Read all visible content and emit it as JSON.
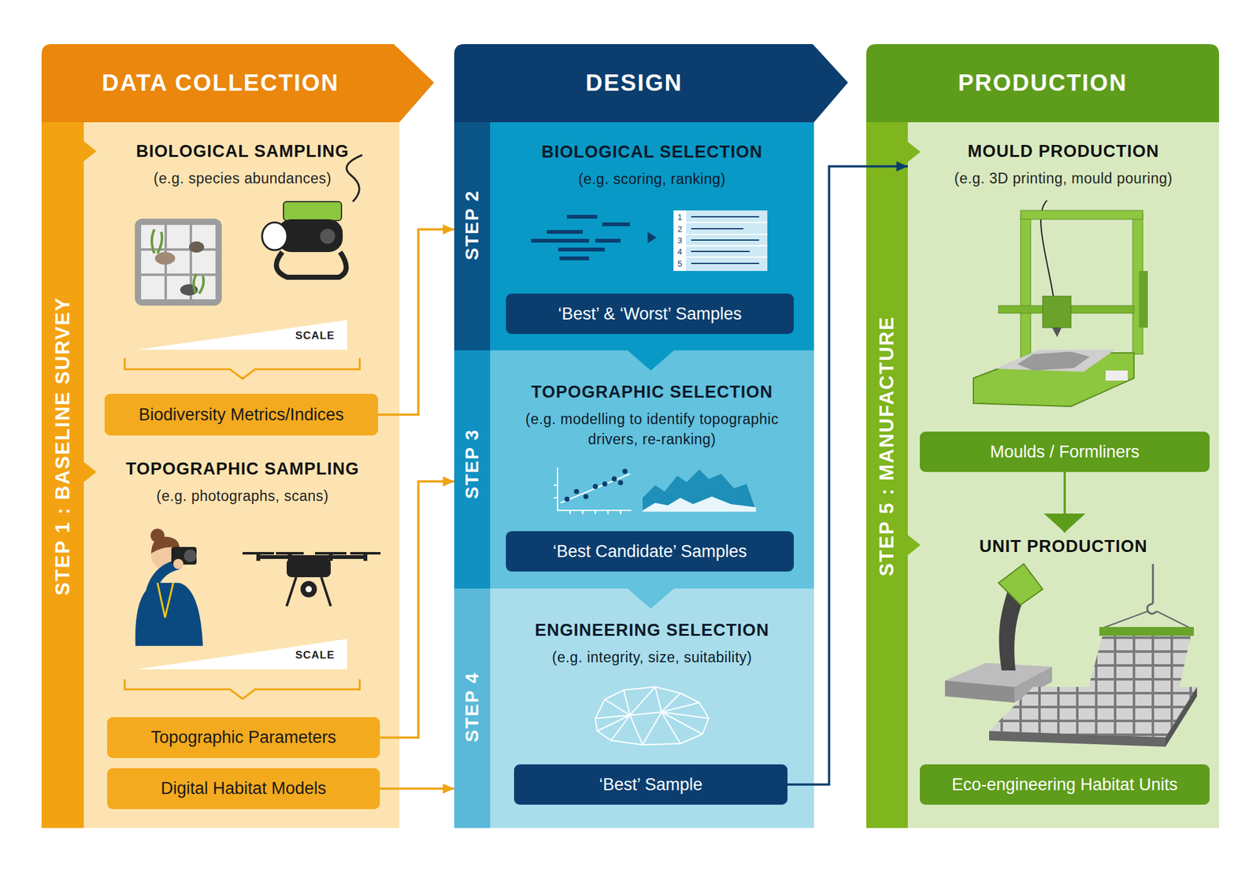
{
  "diagram": {
    "nodes": [
      {
        "text": [
          "DATA COLLECTION"
        ]
      },
      {
        "text": [
          "STEP 1 : BASELINE SURVEY"
        ],
        "in": 0
      },
      {
        "text": [
          "BIOLOGICAL SAMPLING",
          "(e.g. species abundances)"
        ],
        "in": 0
      },
      {
        "text": [
          "Biodiversity Metrics/Indices"
        ],
        "in": 0
      },
      {
        "text": [
          "TOPOGRAPHIC SAMPLING",
          "(e.g. photographs, scans)"
        ],
        "in": 0
      },
      {
        "text": [
          "Topographic Parameters"
        ],
        "in": 0
      },
      {
        "text": [
          "Digital Habitat Models"
        ],
        "in": 0
      },
      {
        "text": [
          "DESIGN"
        ]
      },
      {
        "text": [
          "STEP 2",
          "BIOLOGICAL SELECTION",
          "(e.g. scoring, ranking)"
        ],
        "in": 7
      },
      {
        "text": [
          "‘Best’ & ‘Worst’ Samples"
        ],
        "in": 8
      },
      {
        "text": [
          "STEP 3",
          "TOPOGRAPHIC SELECTION",
          "(e.g. modelling to identify topographic drivers, re-ranking)"
        ],
        "in": 7
      },
      {
        "text": [
          "‘Best Candidate’ Samples"
        ],
        "in": 10
      },
      {
        "text": [
          "STEP 4",
          "ENGINEERING SELECTION",
          "(e.g. integrity, size, suitability)"
        ],
        "in": 7
      },
      {
        "text": [
          "‘Best’ Sample"
        ],
        "in": 12
      },
      {
        "text": [
          "PRODUCTION"
        ]
      },
      {
        "text": [
          "STEP 5 : MANUFACTURE"
        ],
        "in": 14
      },
      {
        "text": [
          "MOULD PRODUCTION",
          "(e.g. 3D printing, mould pouring)"
        ],
        "in": 14
      },
      {
        "text": [
          "Moulds / Formliners"
        ],
        "in": 14
      },
      {
        "text": [
          "UNIT PRODUCTION"
        ],
        "in": 14
      },
      {
        "text": [
          "Eco-engineering Habitat Units"
        ],
        "in": 14
      }
    ],
    "edges": [
      {
        "from": 3,
        "to": 8,
        "arrow": "to"
      },
      {
        "from": 5,
        "to": 10,
        "arrow": "to"
      },
      {
        "from": 6,
        "to": 12,
        "arrow": "to"
      },
      {
        "from": 13,
        "to": 16,
        "arrow": "to"
      },
      {
        "from": 17,
        "to": 18,
        "arrow": "to"
      }
    ],
    "labels": [
      "SCALE",
      "SCALE",
      "1",
      "2",
      "3",
      "4",
      "5"
    ]
  }
}
